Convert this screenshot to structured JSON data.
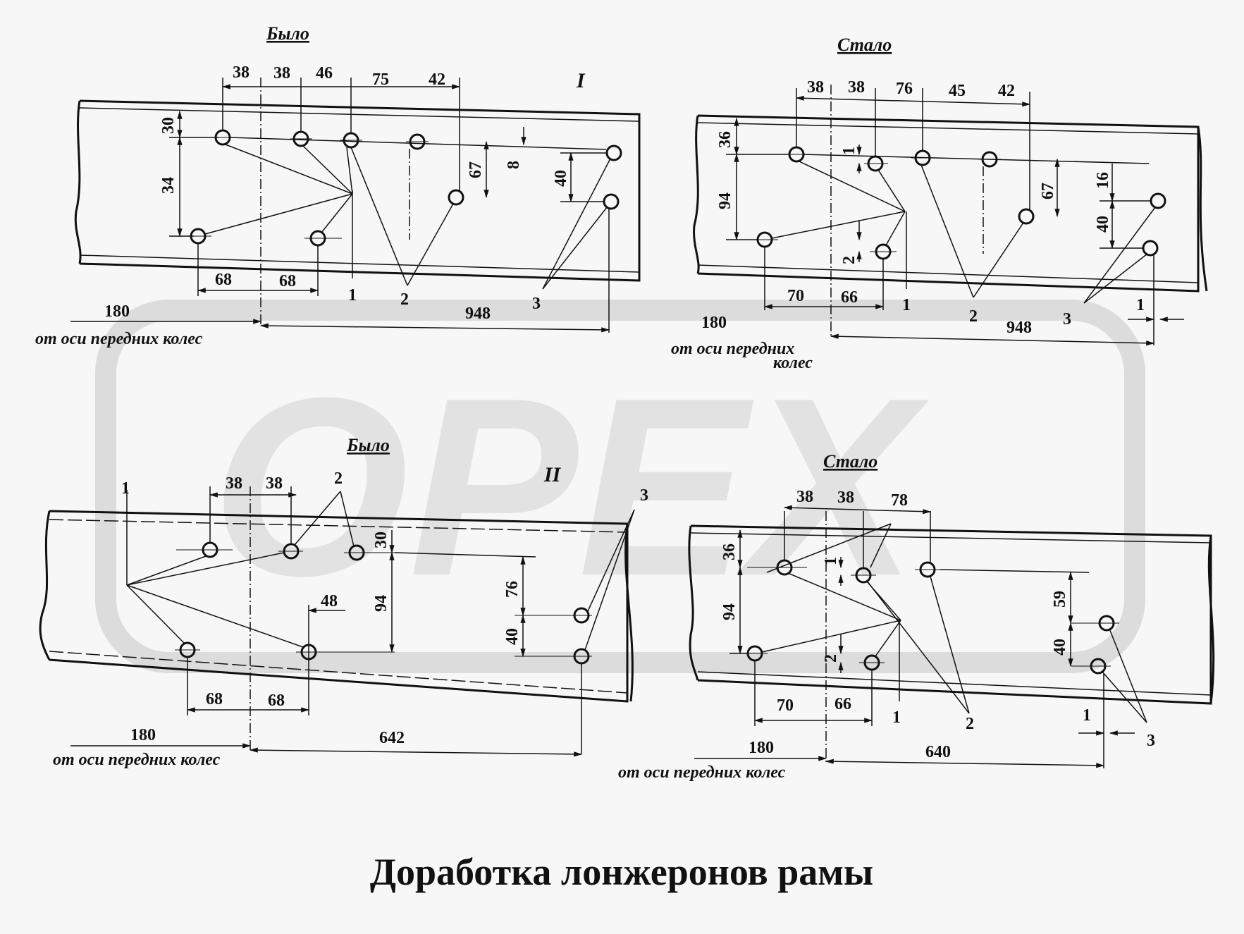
{
  "title": "Доработка лонжеронов рамы",
  "watermark": "OPEX",
  "ref_text": "от оси передних колес",
  "ref_text_a": "от оси передних",
  "ref_text_b": "колес",
  "parts": {
    "I": {
      "roman": "I",
      "before": {
        "heading": "Было",
        "top_dims": [
          "38",
          "38",
          "46",
          "75",
          "42"
        ],
        "vert_dims": [
          "30",
          "34",
          "67",
          "8",
          "40"
        ],
        "bottom_dims": [
          "68",
          "68"
        ],
        "origin": "180",
        "span": "948",
        "callouts": [
          "1",
          "2",
          "3"
        ]
      },
      "after": {
        "heading": "Стало",
        "top_dims": [
          "38",
          "38",
          "76",
          "45",
          "42"
        ],
        "vert_dims": [
          "36",
          "94",
          "1",
          "2",
          "67",
          "16",
          "40"
        ],
        "bottom_dims": [
          "70",
          "66"
        ],
        "origin": "180",
        "span": "948",
        "offset": "1",
        "callouts": [
          "1",
          "2",
          "3"
        ]
      }
    },
    "II": {
      "roman": "II",
      "before": {
        "heading": "Было",
        "top_dims": [
          "38",
          "38"
        ],
        "vert_dims": [
          "30",
          "94",
          "76",
          "40"
        ],
        "mid_dim": "48",
        "bottom_dims": [
          "68",
          "68"
        ],
        "origin": "180",
        "span": "642",
        "callouts": [
          "1",
          "2",
          "3"
        ]
      },
      "after": {
        "heading": "Стало",
        "top_dims": [
          "38",
          "38",
          "78"
        ],
        "vert_dims": [
          "36",
          "94",
          "1",
          "2",
          "59",
          "40"
        ],
        "bottom_dims": [
          "70",
          "66"
        ],
        "origin": "180",
        "span": "640",
        "offset": "1",
        "callouts": [
          "1",
          "2",
          "3"
        ]
      }
    }
  }
}
